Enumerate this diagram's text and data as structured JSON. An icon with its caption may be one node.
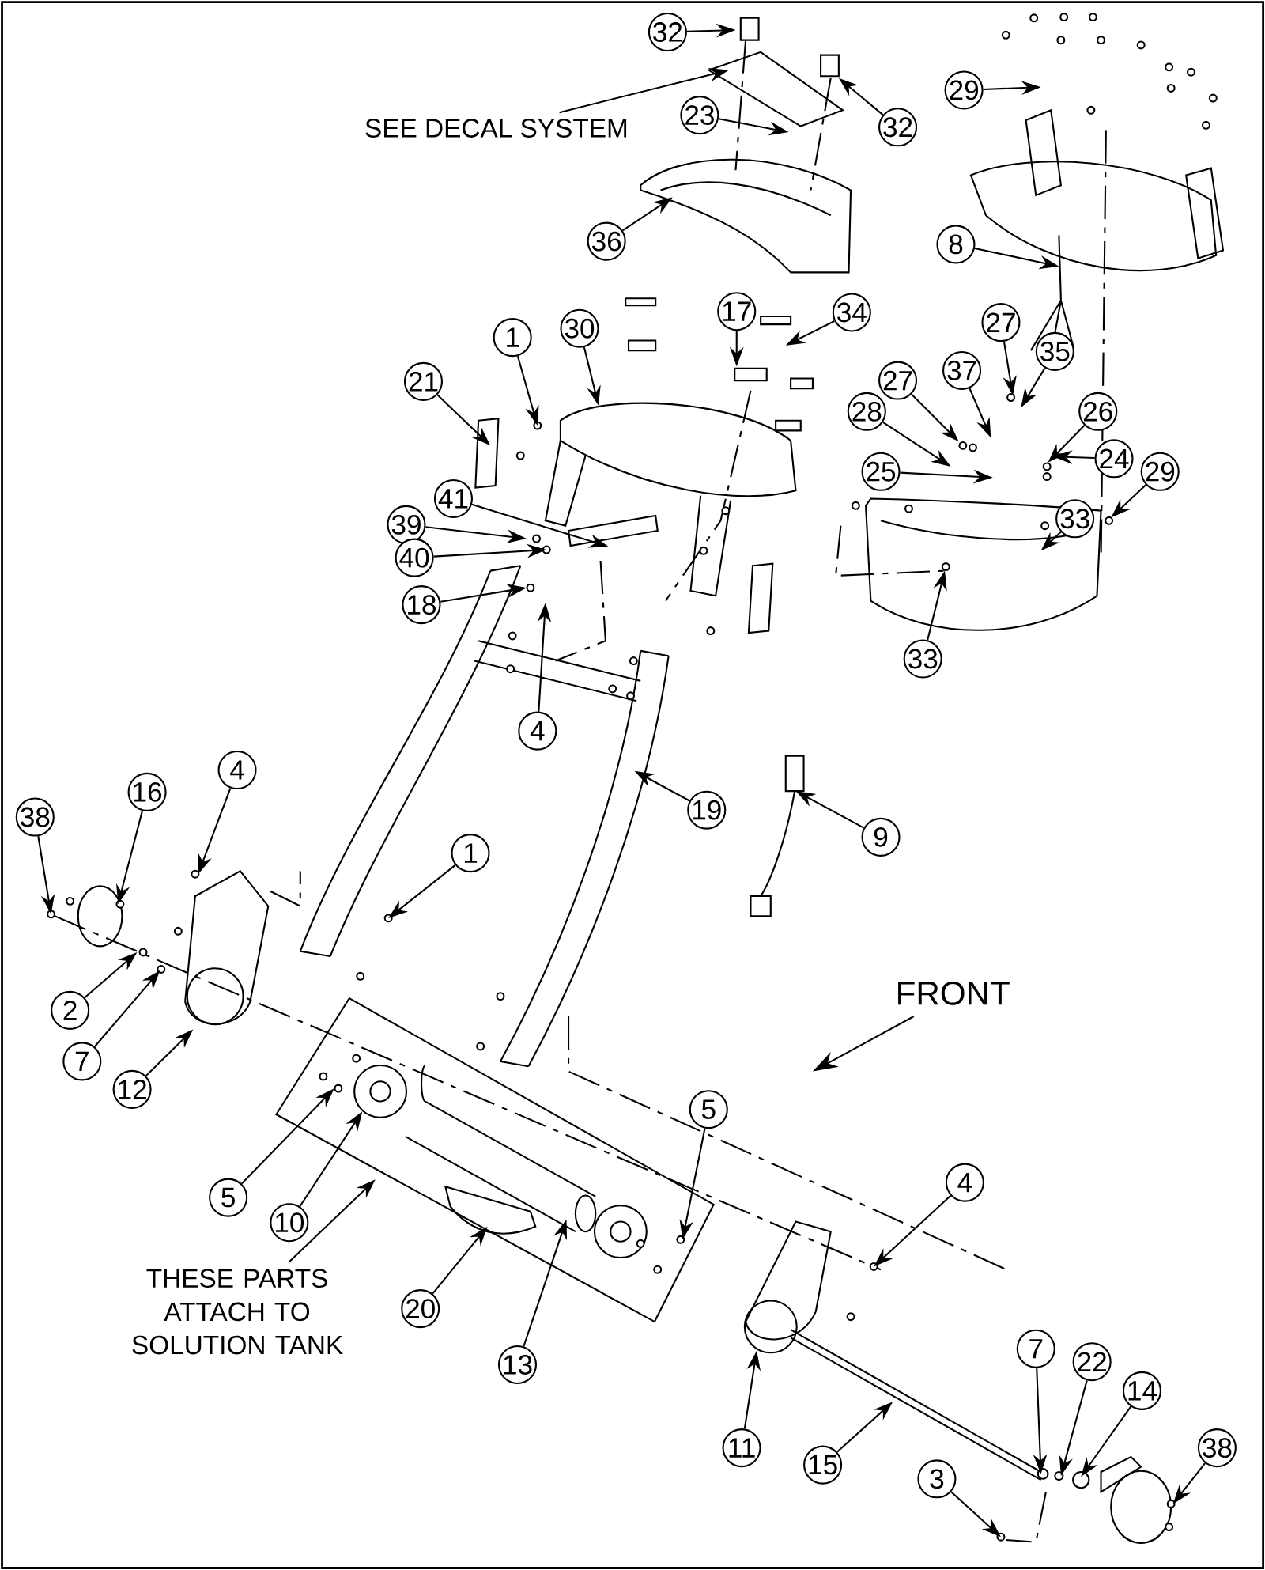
{
  "diagram": {
    "nodes": [
      {
        "text": [
          "32"
        ]
      },
      {
        "text": [
          "SEE DECAL SYSTEM"
        ]
      },
      {
        "text": [
          "23"
        ]
      },
      {
        "text": [
          "29"
        ]
      },
      {
        "text": [
          "32"
        ]
      },
      {
        "text": [
          "36"
        ]
      },
      {
        "text": [
          "8"
        ]
      },
      {
        "text": [
          "17"
        ]
      },
      {
        "text": [
          "34"
        ]
      },
      {
        "text": [
          "27"
        ]
      },
      {
        "text": [
          "30"
        ]
      },
      {
        "text": [
          "1"
        ]
      },
      {
        "text": [
          "35"
        ]
      },
      {
        "text": [
          "37"
        ]
      },
      {
        "text": [
          "27"
        ]
      },
      {
        "text": [
          "21"
        ]
      },
      {
        "text": [
          "28"
        ]
      },
      {
        "text": [
          "26"
        ]
      },
      {
        "text": [
          "24"
        ]
      },
      {
        "text": [
          "25"
        ]
      },
      {
        "text": [
          "29"
        ]
      },
      {
        "text": [
          "41"
        ]
      },
      {
        "text": [
          "33"
        ]
      },
      {
        "text": [
          "39"
        ]
      },
      {
        "text": [
          "40"
        ]
      },
      {
        "text": [
          "18"
        ]
      },
      {
        "text": [
          "33"
        ]
      },
      {
        "text": [
          "4"
        ]
      },
      {
        "text": [
          "4"
        ]
      },
      {
        "text": [
          "16"
        ]
      },
      {
        "text": [
          "19"
        ]
      },
      {
        "text": [
          "38"
        ]
      },
      {
        "text": [
          "9"
        ]
      },
      {
        "text": [
          "1"
        ]
      },
      {
        "text": [
          "2"
        ]
      },
      {
        "text": [
          "7"
        ]
      },
      {
        "text": [
          "12"
        ]
      },
      {
        "text": [
          "5"
        ]
      },
      {
        "text": [
          "4"
        ]
      },
      {
        "text": [
          "5"
        ]
      },
      {
        "text": [
          "10"
        ]
      },
      {
        "text": [
          "THESE PARTS ATTACH TO SOLUTION TANK"
        ]
      },
      {
        "text": [
          "20"
        ]
      },
      {
        "text": [
          "7"
        ]
      },
      {
        "text": [
          "13"
        ]
      },
      {
        "text": [
          "22"
        ]
      },
      {
        "text": [
          "14"
        ]
      },
      {
        "text": [
          "11"
        ]
      },
      {
        "text": [
          "38"
        ]
      },
      {
        "text": [
          "15"
        ]
      },
      {
        "text": [
          "3"
        ]
      }
    ],
    "edges": [
      {
        "from": 0,
        "to": null,
        "arrow": "to"
      },
      {
        "from": 1,
        "to": null,
        "arrow": "to"
      },
      {
        "from": 2,
        "to": null,
        "arrow": "to"
      },
      {
        "from": 3,
        "to": null,
        "arrow": "to"
      },
      {
        "from": 4,
        "to": null,
        "arrow": "to"
      },
      {
        "from": 5,
        "to": null,
        "arrow": "to"
      },
      {
        "from": 6,
        "to": null,
        "arrow": "to"
      },
      {
        "from": 7,
        "to": null,
        "arrow": "to"
      },
      {
        "from": 8,
        "to": null,
        "arrow": "to"
      },
      {
        "from": 9,
        "to": null,
        "arrow": "to"
      },
      {
        "from": 10,
        "to": null,
        "arrow": "to"
      },
      {
        "from": 11,
        "to": null,
        "arrow": "to"
      },
      {
        "from": 12,
        "to": null,
        "arrow": "to"
      },
      {
        "from": 13,
        "to": null,
        "arrow": "to"
      },
      {
        "from": 14,
        "to": null,
        "arrow": "to"
      },
      {
        "from": 15,
        "to": null,
        "arrow": "to"
      },
      {
        "from": 16,
        "to": null,
        "arrow": "to"
      },
      {
        "from": 17,
        "to": null,
        "arrow": "to"
      },
      {
        "from": 18,
        "to": null,
        "arrow": "to"
      },
      {
        "from": 19,
        "to": null,
        "arrow": "to"
      },
      {
        "from": 20,
        "to": null,
        "arrow": "to"
      },
      {
        "from": 21,
        "to": null,
        "arrow": "to"
      },
      {
        "from": 22,
        "to": null,
        "arrow": "to"
      },
      {
        "from": 23,
        "to": null,
        "arrow": "to"
      },
      {
        "from": 24,
        "to": null,
        "arrow": "to"
      },
      {
        "from": 25,
        "to": null,
        "arrow": "to"
      },
      {
        "from": 26,
        "to": null,
        "arrow": "to"
      },
      {
        "from": 27,
        "to": null,
        "arrow": "to"
      },
      {
        "from": 28,
        "to": null,
        "arrow": "to"
      },
      {
        "from": 29,
        "to": null,
        "arrow": "to"
      },
      {
        "from": 30,
        "to": null,
        "arrow": "to"
      },
      {
        "from": 31,
        "to": null,
        "arrow": "to"
      },
      {
        "from": 32,
        "to": null,
        "arrow": "to"
      },
      {
        "from": 33,
        "to": null,
        "arrow": "to"
      },
      {
        "from": 34,
        "to": null,
        "arrow": "to"
      },
      {
        "from": 35,
        "to": null,
        "arrow": "to"
      },
      {
        "from": 36,
        "to": null,
        "arrow": "to"
      },
      {
        "from": 37,
        "to": null,
        "arrow": "to"
      },
      {
        "from": 38,
        "to": null,
        "arrow": "to"
      },
      {
        "from": 39,
        "to": null,
        "arrow": "to"
      },
      {
        "from": 40,
        "to": null,
        "arrow": "to"
      },
      {
        "from": 41,
        "to": null,
        "arrow": "to"
      },
      {
        "from": 42,
        "to": null,
        "arrow": "to"
      },
      {
        "from": 43,
        "to": null,
        "arrow": "to"
      },
      {
        "from": 44,
        "to": null,
        "arrow": "to"
      },
      {
        "from": 45,
        "to": null,
        "arrow": "to"
      },
      {
        "from": 46,
        "to": null,
        "arrow": "to"
      },
      {
        "from": 47,
        "to": null,
        "arrow": "to"
      },
      {
        "from": 48,
        "to": null,
        "arrow": "to"
      },
      {
        "from": 49,
        "to": null,
        "arrow": "to"
      },
      {
        "from": 50,
        "to": null,
        "arrow": "to"
      }
    ],
    "labels": [
      "FRONT"
    ]
  }
}
